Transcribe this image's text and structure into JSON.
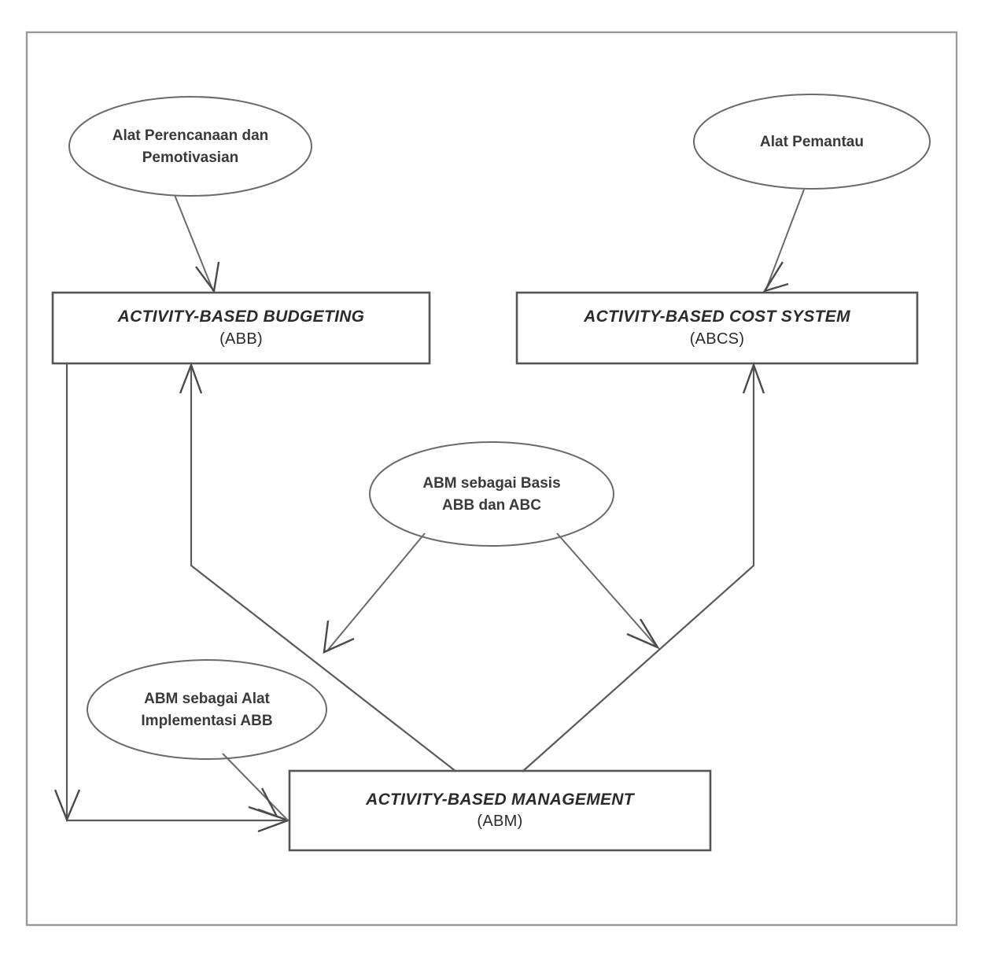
{
  "figure": {
    "type": "flow-diagram",
    "border_color": "#808080",
    "line_color": "#555555",
    "text_color": "#2b2b2b",
    "background": "#ffffff"
  },
  "nodes": {
    "ellipse_top_left": {
      "shape": "ellipse",
      "line1": "Alat Perencanaan dan",
      "line2": "Pemotivasian"
    },
    "ellipse_top_right": {
      "shape": "ellipse",
      "line1": "Alat Pemantau",
      "line2": ""
    },
    "ellipse_middle": {
      "shape": "ellipse",
      "line1": "ABM sebagai Basis",
      "line2": "ABB dan ABC"
    },
    "ellipse_lower_left": {
      "shape": "ellipse",
      "line1": "ABM sebagai Alat",
      "line2": "Implementasi ABB"
    },
    "box_abb": {
      "shape": "rectangle",
      "title": "ACTIVITY-BASED BUDGETING",
      "acronym": "(ABB)"
    },
    "box_abcs": {
      "shape": "rectangle",
      "title": "ACTIVITY-BASED COST SYSTEM",
      "acronym": "(ABCS)"
    },
    "box_abm": {
      "shape": "rectangle",
      "title": "ACTIVITY-BASED MANAGEMENT",
      "acronym": "(ABM)"
    }
  },
  "edges": [
    {
      "from": "ellipse_top_left",
      "to": "box_abb",
      "style": "open-arrow"
    },
    {
      "from": "ellipse_top_right",
      "to": "box_abcs",
      "style": "open-arrow"
    },
    {
      "from": "ellipse_middle",
      "to": "arrow_left_down",
      "style": "open-arrow"
    },
    {
      "from": "ellipse_middle",
      "to": "arrow_right_down",
      "style": "open-arrow"
    },
    {
      "from": "box_abm",
      "to": "box_abb",
      "style": "open-arrow-elbow"
    },
    {
      "from": "box_abm",
      "to": "box_abcs",
      "style": "open-arrow-elbow"
    },
    {
      "from": "box_abb",
      "to": "box_abm",
      "style": "open-arrow-elbow"
    },
    {
      "from": "ellipse_lower_left",
      "to": "box_abm",
      "style": "open-arrow"
    }
  ]
}
